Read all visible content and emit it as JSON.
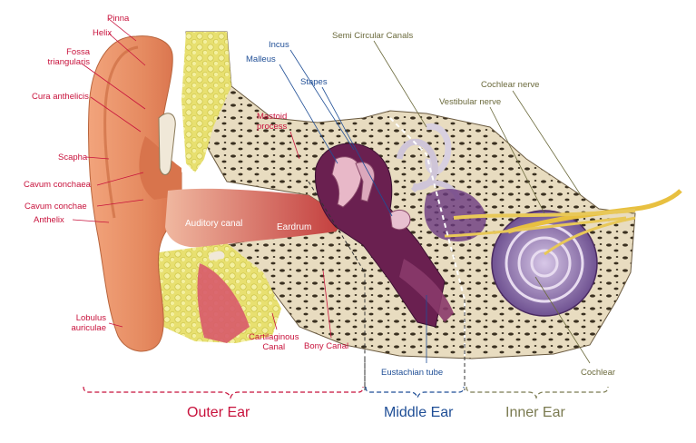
{
  "outer_labels": {
    "pinna": "Pinna",
    "helix": "Helix",
    "fossa": "Fossa\ntriangularis",
    "cura": "Cura anthelicis",
    "scapha": "Scapha",
    "cavum_conchaea": "Cavum conchaea",
    "cavum_conchae": "Cavum conchae",
    "anthelix": "Anthelix",
    "lobulus": "Lobulus\nauriculae",
    "mastoid": "Mastoid\nprocess",
    "auditory_canal": "Auditory canal",
    "eardrum": "Eardrum",
    "cartilaginous": "Cartilaginous\nCanal",
    "bony_canal": "Bony Canal"
  },
  "middle_labels": {
    "incus": "Incus",
    "malleus": "Malleus",
    "stapes": "Stapes",
    "eustachian": "Eustachian tube"
  },
  "inner_labels": {
    "semicircular": "Semi Circular Canals",
    "cochlear_nerve": "Cochlear nerve",
    "vestibular_nerve": "Vestibular nerve",
    "cochlea": "Cochlear"
  },
  "sections": {
    "outer": "Outer Ear",
    "middle": "Middle Ear",
    "inner": "Inner Ear"
  },
  "colors": {
    "outer": "#c8123c",
    "middle": "#1f4e96",
    "inner": "#7a7a50"
  }
}
